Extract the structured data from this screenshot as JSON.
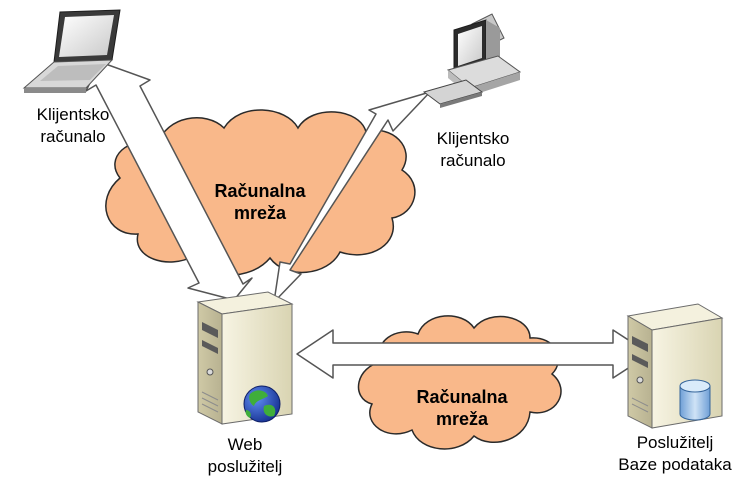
{
  "nodes": {
    "laptop_client": {
      "line1": "Klijentsko",
      "line2": "računalo"
    },
    "desktop_client": {
      "line1": "Klijentsko",
      "line2": "računalo"
    },
    "web_server": {
      "line1": "Web",
      "line2": "poslužitelj"
    },
    "db_server": {
      "line1": "Poslužitelj",
      "line2": "Baze podataka"
    }
  },
  "networks": {
    "top": {
      "line1": "Računalna",
      "line2": "mreža"
    },
    "bottom": {
      "line1": "Računalna",
      "line2": "mreža"
    }
  },
  "colors": {
    "cloud_fill": "#f9b88a",
    "cloud_stroke": "#2a2a2a",
    "arrow_fill": "#ffffff",
    "arrow_stroke": "#555555",
    "server_body": "#ede9cf",
    "globe": "#1f3fb0",
    "database": "#9ec3e8"
  },
  "icons": {
    "laptop": "laptop-icon",
    "desktop": "desktop-computer-icon",
    "web_server": "server-tower-icon",
    "globe": "globe-icon",
    "db_server": "server-tower-icon",
    "database": "database-cylinder-icon"
  }
}
